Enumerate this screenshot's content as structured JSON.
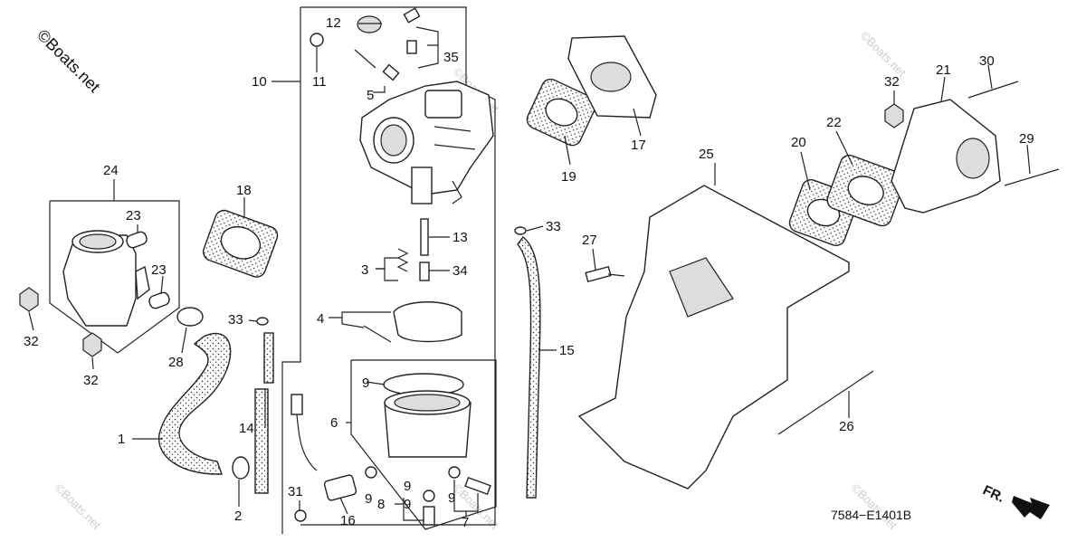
{
  "diagram": {
    "brand_mark": "©Boats.net",
    "watermark": "©Boats.net",
    "drawing_code": "7584−E1401B",
    "front_label": "FR.",
    "callouts": {
      "c1": "1",
      "c2": "2",
      "c3": "3",
      "c4": "4",
      "c5": "5",
      "c6": "6",
      "c7": "7",
      "c8": "8",
      "c9a": "9",
      "c9b": "9",
      "c9c": "9",
      "c9d": "9",
      "c9e": "9",
      "c10": "10",
      "c11": "11",
      "c12": "12",
      "c13": "13",
      "c14": "14",
      "c15": "15",
      "c16": "16",
      "c17": "17",
      "c18": "18",
      "c19": "19",
      "c20": "20",
      "c21": "21",
      "c22": "22",
      "c23a": "23",
      "c23b": "23",
      "c24": "24",
      "c25": "25",
      "c26": "26",
      "c27": "27",
      "c28": "28",
      "c29": "29",
      "c30": "30",
      "c31": "31",
      "c32a": "32",
      "c32b": "32",
      "c32c": "32",
      "c33a": "33",
      "c33b": "33",
      "c34": "34",
      "c35": "35"
    }
  }
}
